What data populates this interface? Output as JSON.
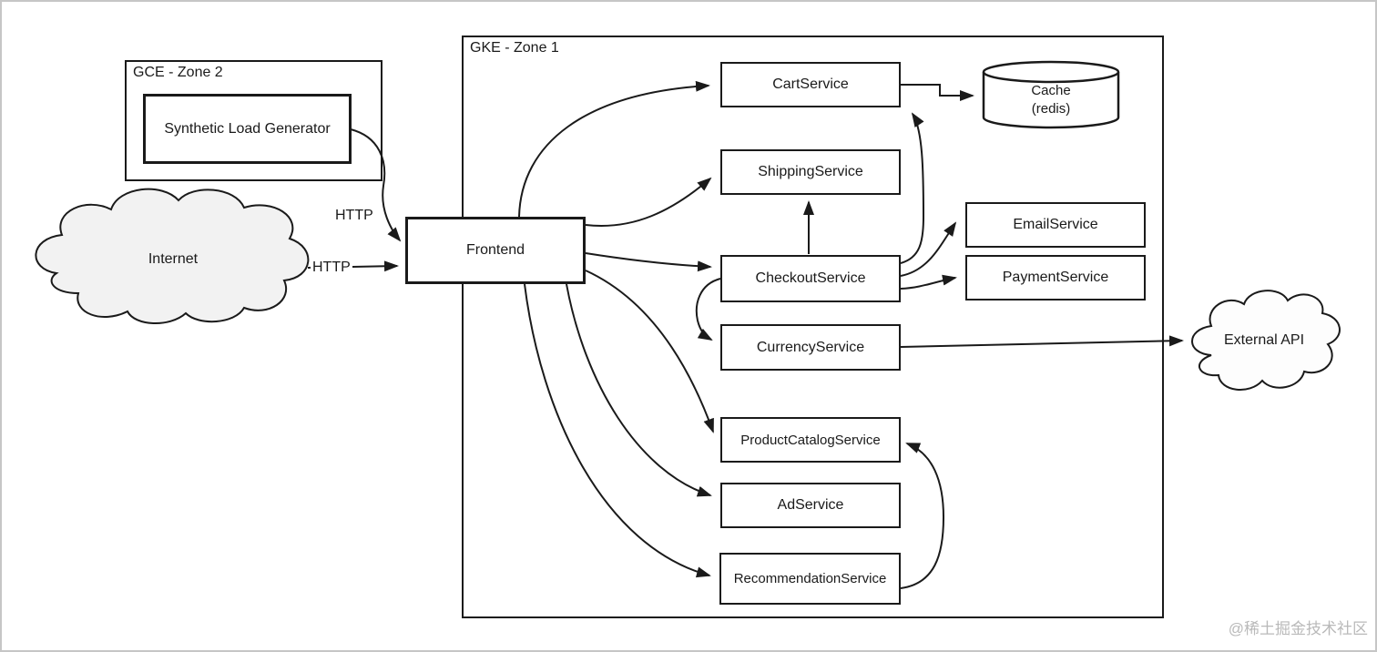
{
  "zones": {
    "gce": {
      "label": "GCE - Zone 2"
    },
    "gke": {
      "label": "GKE - Zone 1"
    }
  },
  "nodes": {
    "load_generator": {
      "label": "Synthetic Load Generator",
      "shape": "box"
    },
    "internet": {
      "label": "Internet",
      "shape": "cloud"
    },
    "frontend": {
      "label": "Frontend",
      "shape": "box"
    },
    "cart_service": {
      "label": "CartService",
      "shape": "box"
    },
    "cache": {
      "label": "Cache",
      "sublabel": "(redis)",
      "shape": "cylinder"
    },
    "shipping_service": {
      "label": "ShippingService",
      "shape": "box"
    },
    "checkout_service": {
      "label": "CheckoutService",
      "shape": "box"
    },
    "email_service": {
      "label": "EmailService",
      "shape": "box"
    },
    "payment_service": {
      "label": "PaymentService",
      "shape": "box"
    },
    "currency_service": {
      "label": "CurrencyService",
      "shape": "box"
    },
    "external_api": {
      "label": "External API",
      "shape": "cloud"
    },
    "product_catalog_service": {
      "label": "ProductCatalogService",
      "shape": "box"
    },
    "ad_service": {
      "label": "AdService",
      "shape": "box"
    },
    "recommendation_service": {
      "label": "RecommendationService",
      "shape": "box"
    }
  },
  "edges": [
    {
      "from": "Synthetic Load Generator",
      "to": "Frontend",
      "label": "HTTP"
    },
    {
      "from": "Internet",
      "to": "Frontend",
      "label": "HTTP"
    },
    {
      "from": "Frontend",
      "to": "CartService"
    },
    {
      "from": "Frontend",
      "to": "ShippingService"
    },
    {
      "from": "Frontend",
      "to": "CheckoutService"
    },
    {
      "from": "Frontend",
      "to": "ProductCatalogService"
    },
    {
      "from": "Frontend",
      "to": "AdService"
    },
    {
      "from": "Frontend",
      "to": "RecommendationService"
    },
    {
      "from": "CartService",
      "to": "Cache (redis)"
    },
    {
      "from": "CheckoutService",
      "to": "CartService"
    },
    {
      "from": "CheckoutService",
      "to": "ShippingService"
    },
    {
      "from": "CheckoutService",
      "to": "EmailService"
    },
    {
      "from": "CheckoutService",
      "to": "PaymentService"
    },
    {
      "from": "CheckoutService",
      "to": "CurrencyService"
    },
    {
      "from": "CurrencyService",
      "to": "External API"
    },
    {
      "from": "RecommendationService",
      "to": "ProductCatalogService"
    }
  ],
  "watermark": "@稀土掘金技术社区",
  "colors": {
    "stroke": "#1a1a1a",
    "internet_cloud_fill": "#f2f2f2",
    "external_cloud_fill": "#fdfdfd",
    "node_fill": "#ffffff",
    "watermark": "#b9b9b9",
    "frame": "#c6c6c6"
  }
}
